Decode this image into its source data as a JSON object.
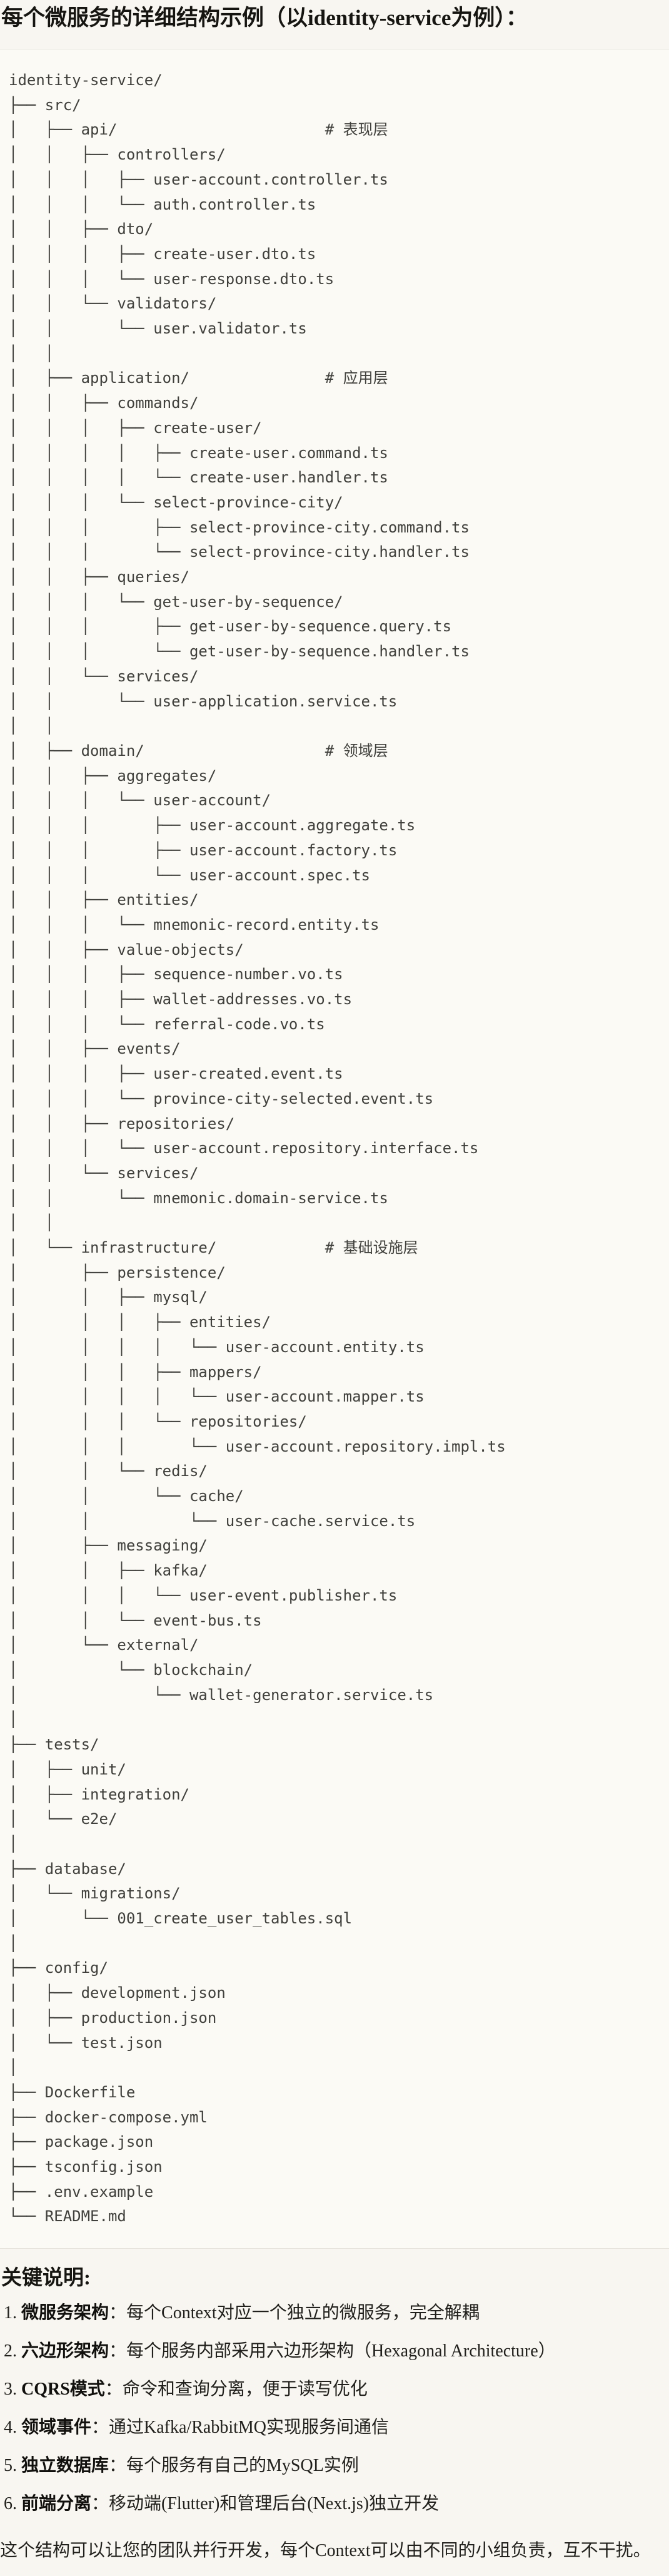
{
  "colors": {
    "page_bg": "#F8F6F1",
    "code_bg": "#FBFAF5",
    "code_border": "#E5E2DB",
    "code_text": "#40403C",
    "heading_text": "#161511",
    "body_text": "#21201C"
  },
  "title": "每个微服务的详细结构示例（以identity-service为例）：",
  "code_block": {
    "lines": [
      "identity-service/",
      "├── src/",
      "│   ├── api/                       # 表现层",
      "│   │   ├── controllers/",
      "│   │   │   ├── user-account.controller.ts",
      "│   │   │   └── auth.controller.ts",
      "│   │   ├── dto/",
      "│   │   │   ├── create-user.dto.ts",
      "│   │   │   └── user-response.dto.ts",
      "│   │   └── validators/",
      "│   │       └── user.validator.ts",
      "│   │",
      "│   ├── application/               # 应用层",
      "│   │   ├── commands/",
      "│   │   │   ├── create-user/",
      "│   │   │   │   ├── create-user.command.ts",
      "│   │   │   │   └── create-user.handler.ts",
      "│   │   │   └── select-province-city/",
      "│   │   │       ├── select-province-city.command.ts",
      "│   │   │       └── select-province-city.handler.ts",
      "│   │   ├── queries/",
      "│   │   │   └── get-user-by-sequence/",
      "│   │   │       ├── get-user-by-sequence.query.ts",
      "│   │   │       └── get-user-by-sequence.handler.ts",
      "│   │   └── services/",
      "│   │       └── user-application.service.ts",
      "│   │",
      "│   ├── domain/                    # 领域层",
      "│   │   ├── aggregates/",
      "│   │   │   └── user-account/",
      "│   │   │       ├── user-account.aggregate.ts",
      "│   │   │       ├── user-account.factory.ts",
      "│   │   │       └── user-account.spec.ts",
      "│   │   ├── entities/",
      "│   │   │   └── mnemonic-record.entity.ts",
      "│   │   ├── value-objects/",
      "│   │   │   ├── sequence-number.vo.ts",
      "│   │   │   ├── wallet-addresses.vo.ts",
      "│   │   │   └── referral-code.vo.ts",
      "│   │   ├── events/",
      "│   │   │   ├── user-created.event.ts",
      "│   │   │   └── province-city-selected.event.ts",
      "│   │   ├── repositories/",
      "│   │   │   └── user-account.repository.interface.ts",
      "│   │   └── services/",
      "│   │       └── mnemonic.domain-service.ts",
      "│   │",
      "│   └── infrastructure/            # 基础设施层",
      "│       ├── persistence/",
      "│       │   ├── mysql/",
      "│       │   │   ├── entities/",
      "│       │   │   │   └── user-account.entity.ts",
      "│       │   │   ├── mappers/",
      "│       │   │   │   └── user-account.mapper.ts",
      "│       │   │   └── repositories/",
      "│       │   │       └── user-account.repository.impl.ts",
      "│       │   └── redis/",
      "│       │       └── cache/",
      "│       │           └── user-cache.service.ts",
      "│       ├── messaging/",
      "│       │   ├── kafka/",
      "│       │   │   └── user-event.publisher.ts",
      "│       │   └── event-bus.ts",
      "│       └── external/",
      "│           └── blockchain/",
      "│               └── wallet-generator.service.ts",
      "│",
      "├── tests/",
      "│   ├── unit/",
      "│   ├── integration/",
      "│   └── e2e/",
      "│",
      "├── database/",
      "│   └── migrations/",
      "│       └── 001_create_user_tables.sql",
      "│",
      "├── config/",
      "│   ├── development.json",
      "│   ├── production.json",
      "│   └── test.json",
      "│",
      "├── Dockerfile",
      "├── docker-compose.yml",
      "├── package.json",
      "├── tsconfig.json",
      "├── .env.example",
      "└── README.md"
    ]
  },
  "notes": {
    "heading": "关键说明:",
    "items": [
      {
        "num": "1.",
        "label": "微服务架构",
        "colon": "：",
        "text": "每个Context对应一个独立的微服务，完全解耦"
      },
      {
        "num": "2.",
        "label": "六边形架构",
        "colon": "：",
        "text": "每个服务内部采用六边形架构（Hexagonal Architecture）"
      },
      {
        "num": "3.",
        "label": "CQRS模式",
        "colon": "：",
        "text": "命令和查询分离，便于读写优化"
      },
      {
        "num": "4.",
        "label": "领域事件",
        "colon": "：",
        "text": "通过Kafka/RabbitMQ实现服务间通信"
      },
      {
        "num": "5.",
        "label": "独立数据库",
        "colon": "：",
        "text": "每个服务有自己的MySQL实例"
      },
      {
        "num": "6.",
        "label": "前端分离",
        "colon": "：",
        "text": "移动端(Flutter)和管理后台(Next.js)独立开发"
      }
    ],
    "footer": "这个结构可以让您的团队并行开发，每个Context可以由不同的小组负责，互不干扰。"
  }
}
